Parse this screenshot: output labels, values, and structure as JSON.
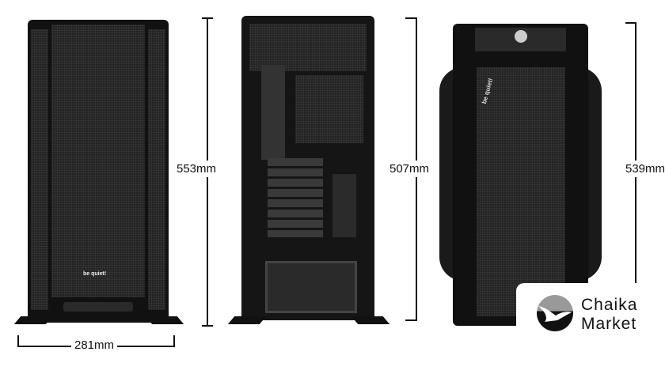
{
  "front_view": {
    "logo_text": "be quiet!",
    "height_label": "553mm",
    "width_label": "281mm"
  },
  "rear_view": {
    "height_label": "507mm"
  },
  "side_view": {
    "logo_text": "be quiet!",
    "height_label": "539mm"
  },
  "watermark": {
    "line1": "Chaika",
    "line2": "Market"
  }
}
